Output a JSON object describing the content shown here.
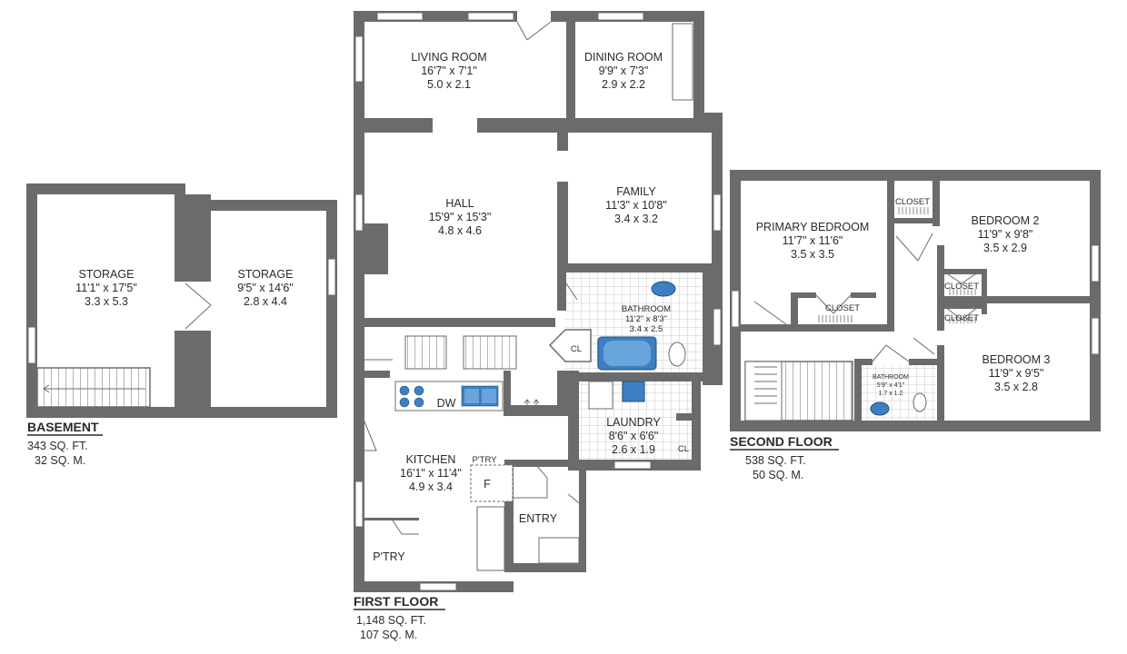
{
  "colors": {
    "wall": "#6b6b6b",
    "fixture": "#8a8a8a",
    "tub": "#3d7fc0",
    "tile": "#d8d8d8",
    "background": "#ffffff"
  },
  "basement": {
    "floor_label": "BASEMENT",
    "sq_ft": "343 SQ. FT.",
    "sq_m": "32 SQ. M.",
    "rooms": [
      {
        "name": "STORAGE",
        "imperial": "11'1\" x 17'5\"",
        "metric": "3.3 x 5.3"
      },
      {
        "name": "STORAGE",
        "imperial": "9'5\" x 14'6\"",
        "metric": "2.8 x 4.4"
      }
    ]
  },
  "first_floor": {
    "floor_label": "FIRST FLOOR",
    "sq_ft": "1,148 SQ. FT.",
    "sq_m": "107 SQ. M.",
    "rooms": [
      {
        "name": "LIVING ROOM",
        "imperial": "16'7\" x 7'1\"",
        "metric": "5.0 x 2.1"
      },
      {
        "name": "DINING ROOM",
        "imperial": "9'9\" x 7'3\"",
        "metric": "2.9 x 2.2"
      },
      {
        "name": "HALL",
        "imperial": "15'9\" x 15'3\"",
        "metric": "4.8 x 4.6"
      },
      {
        "name": "FAMILY",
        "imperial": "11'3\" x 10'8\"",
        "metric": "3.4 x 3.2"
      },
      {
        "name": "BATHROOM",
        "imperial": "11'2\" x 8'3\"",
        "metric": "3.4 x 2.5"
      },
      {
        "name": "LAUNDRY",
        "imperial": "8'6\" x 6'6\"",
        "metric": "2.6 x 1.9"
      },
      {
        "name": "KITCHEN",
        "imperial": "16'1\" x 11'4\"",
        "metric": "4.9 x 3.4"
      }
    ],
    "labels": {
      "cl_bath": "CL",
      "cl_laundry": "CL",
      "dw": "DW",
      "pantry_top": "P'TRY",
      "fridge": "F",
      "entry": "ENTRY",
      "pantry": "P'TRY"
    }
  },
  "second_floor": {
    "floor_label": "SECOND FLOOR",
    "sq_ft": "538 SQ. FT.",
    "sq_m": "50 SQ. M.",
    "rooms": [
      {
        "name": "PRIMARY BEDROOM",
        "imperial": "11'7\" x 11'6\"",
        "metric": "3.5 x 3.5"
      },
      {
        "name": "BEDROOM 2",
        "imperial": "11'9\" x 9'8\"",
        "metric": "3.5 x 2.9"
      },
      {
        "name": "BEDROOM 3",
        "imperial": "11'9\" x 9'5\"",
        "metric": "3.5 x 2.8"
      },
      {
        "name": "BATHROOM",
        "imperial": "5'9\" x 4'1\"",
        "metric": "1.7 x 1.2"
      }
    ],
    "labels": {
      "closet_primary": "CLOSET",
      "closet_top": "CLOSET",
      "closet_b2": "CLOSET",
      "closet_b3": "CLOSET"
    }
  }
}
